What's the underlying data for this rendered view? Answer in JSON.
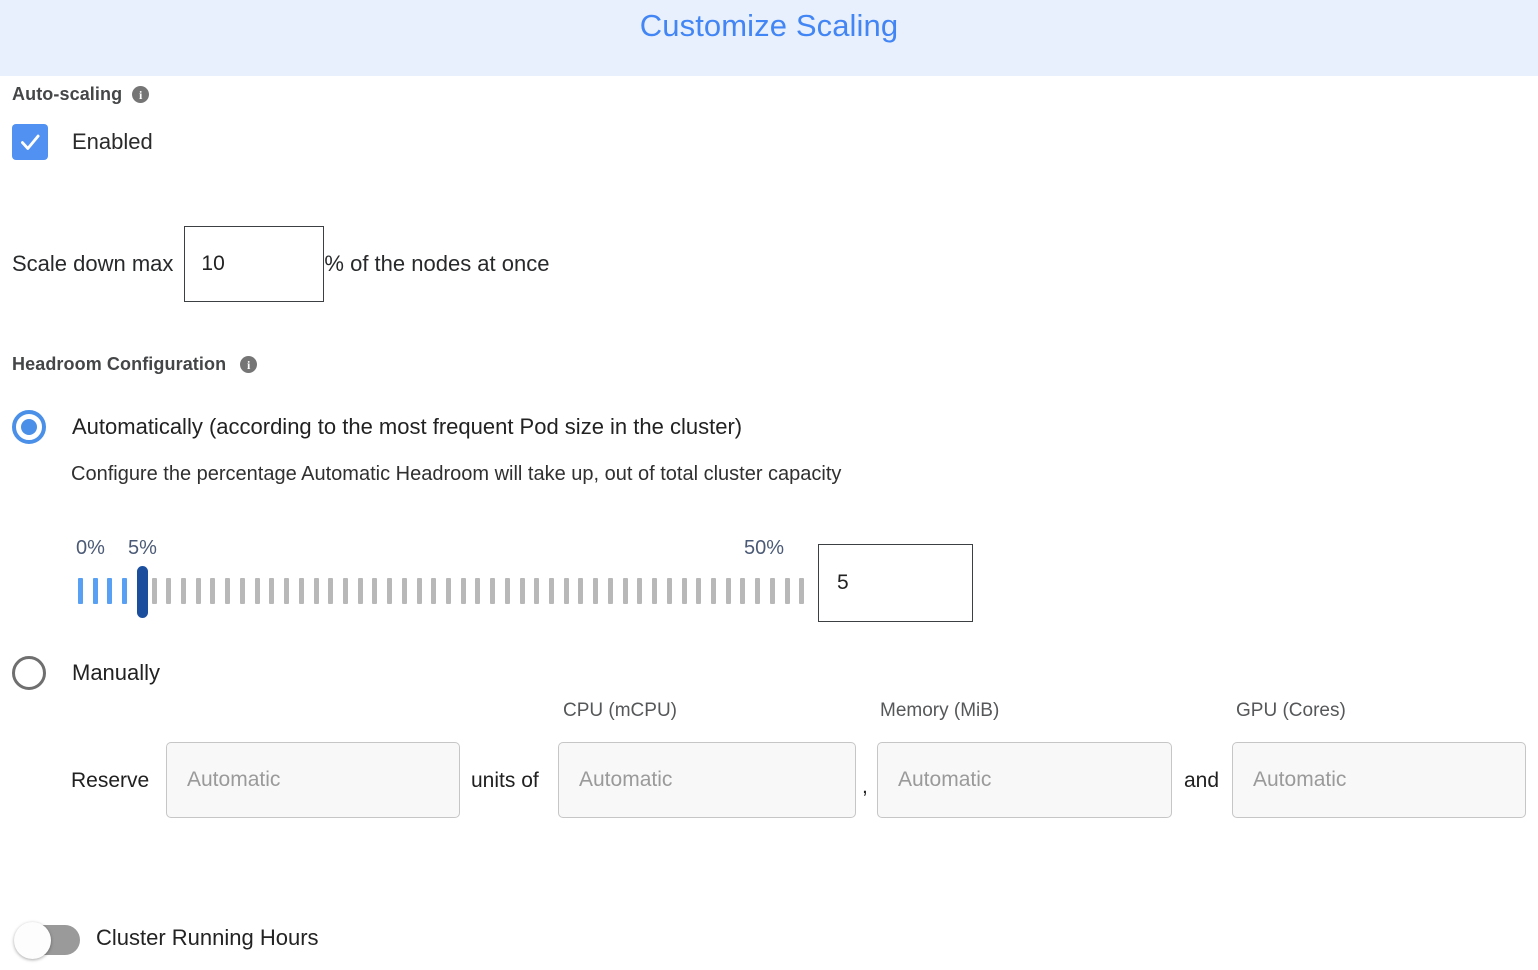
{
  "header": {
    "title": "Customize Scaling",
    "bg_color": "#e9f0fd",
    "title_color": "#4285f4"
  },
  "autoscaling": {
    "section_label": "Auto-scaling",
    "info_tooltip_glyph": "i",
    "enabled_checkbox": {
      "label": "Enabled",
      "checked": true,
      "color": "#5091f2"
    },
    "scale_down": {
      "prefix_label": "Scale down max",
      "value": "10",
      "suffix_label": "% of the nodes at once"
    }
  },
  "headroom": {
    "section_label": "Headroom Configuration",
    "info_tooltip_glyph": "i",
    "options": [
      {
        "id": "automatic",
        "label": "Automatically (according to the most frequent Pod size in the cluster)",
        "selected": true,
        "description": "Configure the percentage Automatic Headroom will take up, out of total cluster capacity"
      },
      {
        "id": "manual",
        "label": "Manually",
        "selected": false
      }
    ],
    "slider": {
      "min_label": "0%",
      "current_label": "5%",
      "max_label": "50%",
      "min": 0,
      "max": 50,
      "value": 5,
      "tick_count": 50,
      "filled_color": "#57a0f3",
      "empty_color": "#b8b8b8",
      "thumb_color": "#1b4f9e",
      "label_color": "#4b5a76"
    },
    "value_box": {
      "value": "5"
    },
    "manual_reserve": {
      "reserve_label": "Reserve",
      "units_of_label": "units of",
      "comma_label": ",",
      "and_label": "and",
      "fields": [
        {
          "name": "units",
          "column_label": "",
          "placeholder": "Automatic",
          "value": "",
          "disabled": true
        },
        {
          "name": "cpu",
          "column_label": "CPU (mCPU)",
          "placeholder": "Automatic",
          "value": "",
          "disabled": true
        },
        {
          "name": "memory",
          "column_label": "Memory (MiB)",
          "placeholder": "Automatic",
          "value": "",
          "disabled": true
        },
        {
          "name": "gpu",
          "column_label": "GPU (Cores)",
          "placeholder": "Automatic",
          "value": "",
          "disabled": true
        }
      ]
    }
  },
  "cluster_running_hours": {
    "label": "Cluster Running Hours",
    "enabled": false,
    "track_color": "#9a9a9a"
  }
}
